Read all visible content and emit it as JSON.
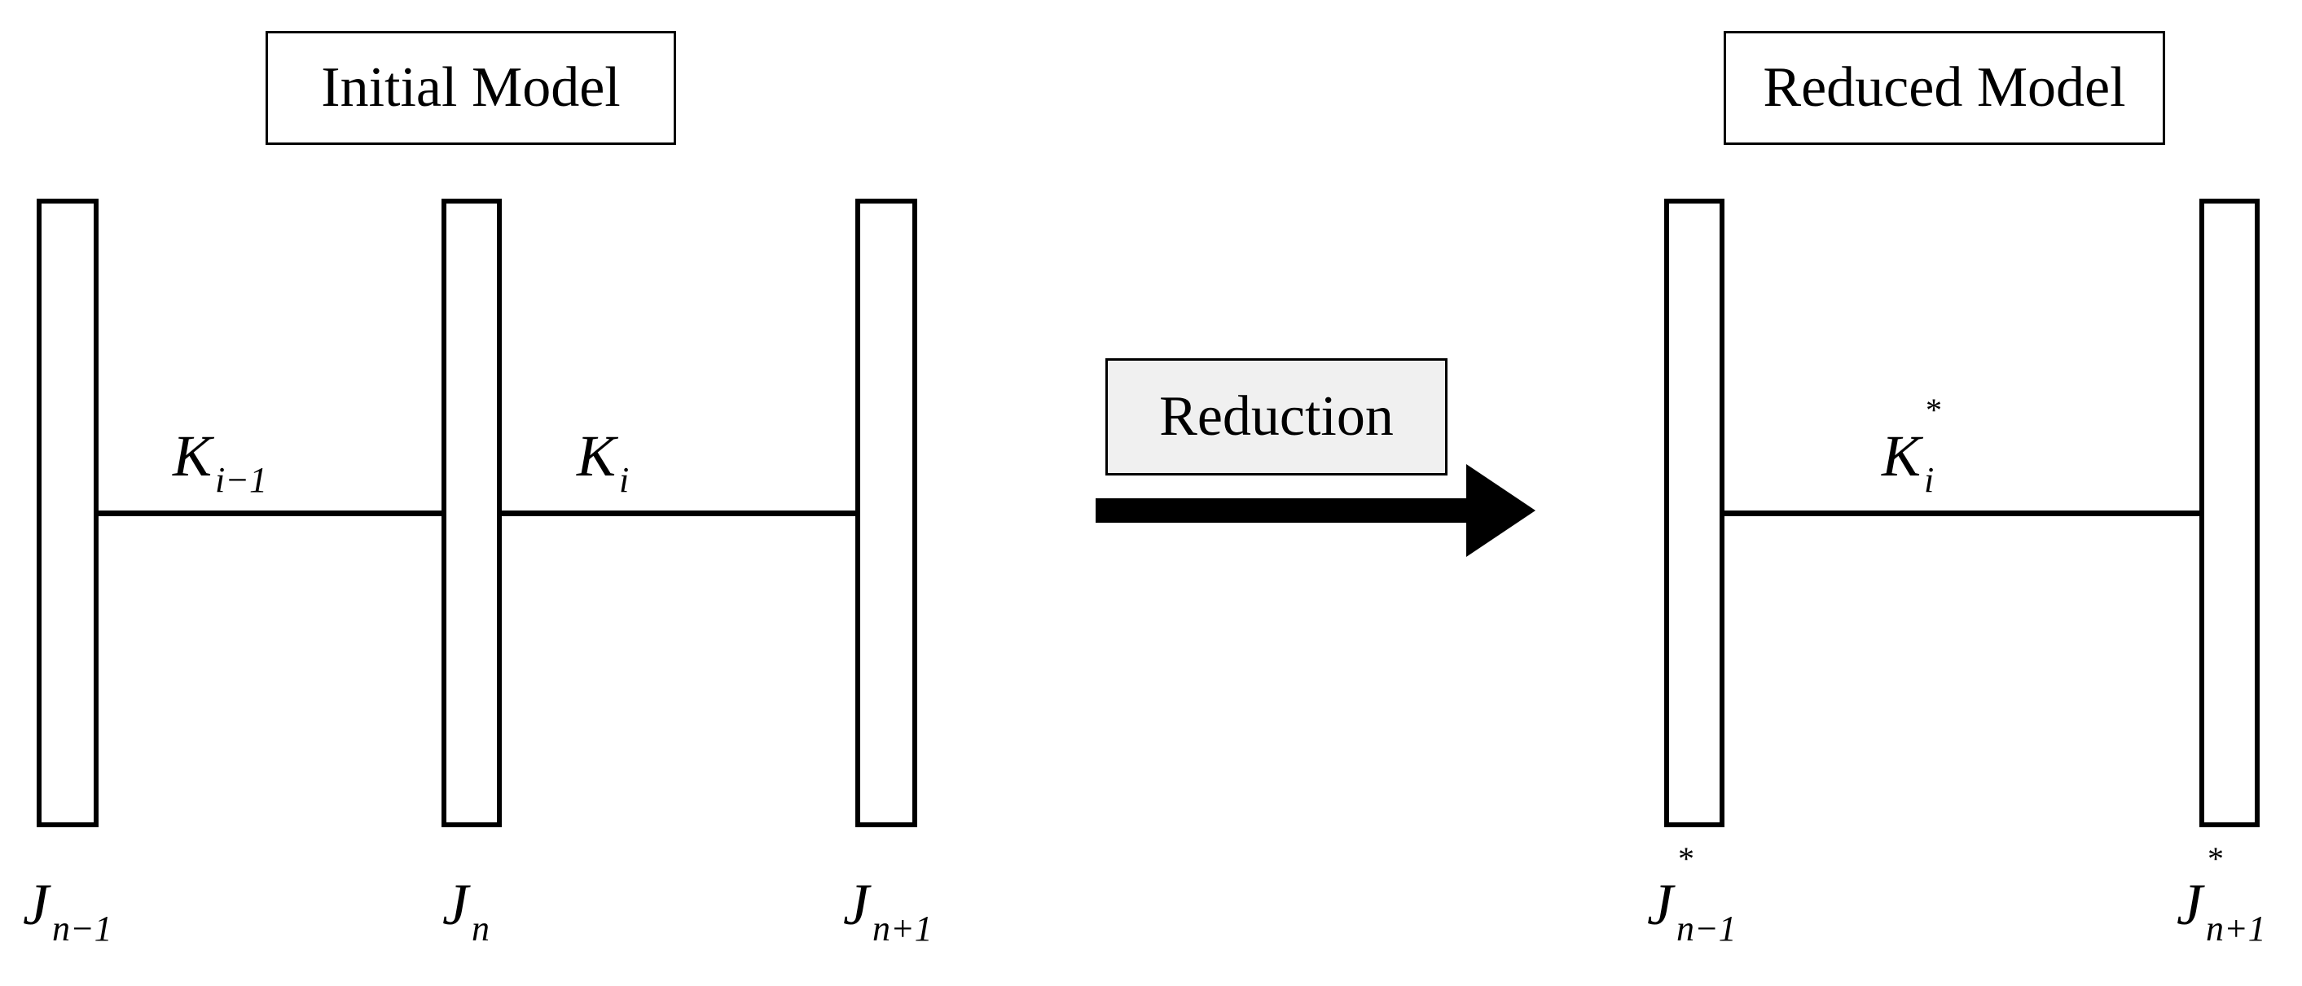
{
  "titles": {
    "initial": "Initial Model",
    "reduced": "Reduced Model",
    "reduction": "Reduction"
  },
  "stiffness": {
    "k_prev": {
      "base": "K",
      "sub": "i−1"
    },
    "k_i": {
      "base": "K",
      "sub": "i"
    },
    "k_star": {
      "base": "K",
      "sup": "*",
      "sub": "i"
    }
  },
  "inertias": {
    "j_prev": {
      "base": "J",
      "sub": "n−1"
    },
    "j_n": {
      "base": "J",
      "sub": "n"
    },
    "j_next": {
      "base": "J",
      "sub": "n+1"
    },
    "j_prev_star": {
      "base": "J",
      "sup": "*",
      "sub": "n−1"
    },
    "j_next_star": {
      "base": "J",
      "sup": "*",
      "sub": "n+1"
    }
  }
}
